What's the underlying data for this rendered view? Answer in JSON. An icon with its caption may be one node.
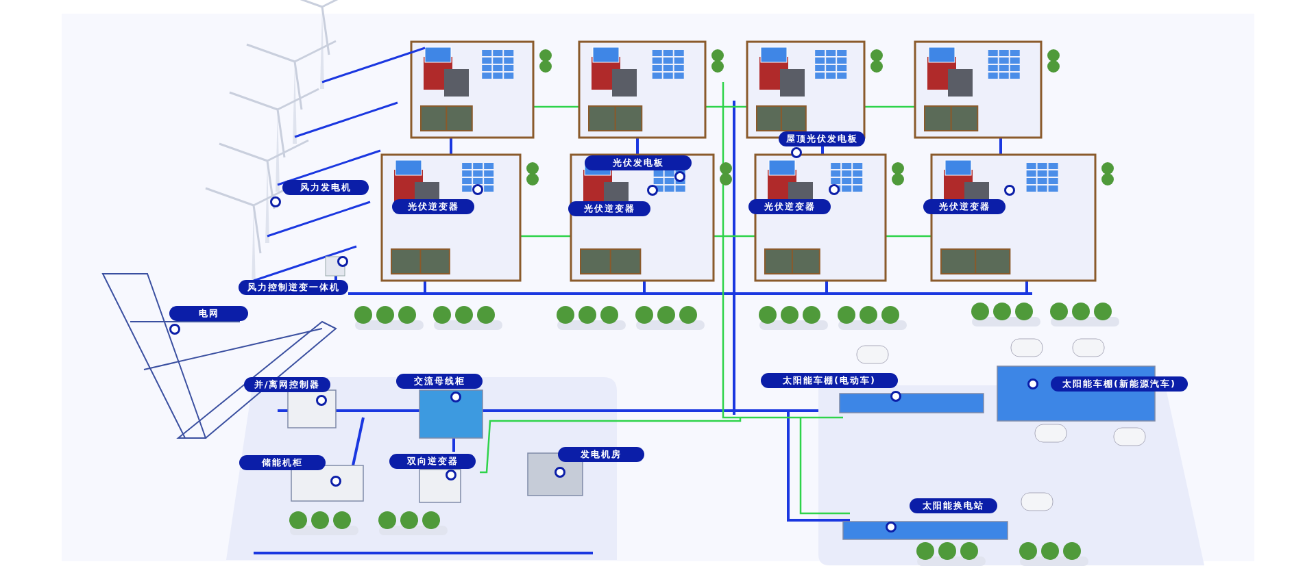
{
  "diagram": {
    "labels": [
      "屋顶光伏发电板",
      "光伏发电板",
      "风力发电机",
      "光伏逆变器",
      "光伏逆变器",
      "光伏逆变器",
      "光伏逆变器",
      "风力控制逆变一体机",
      "电网",
      "并/离网控制器",
      "交流母线柜",
      "太阳能车棚(电动车)",
      "太阳能车棚(新能源汽车)",
      "储能机柜",
      "双向逆变器",
      "发电机房",
      "太阳能换电站"
    ]
  }
}
